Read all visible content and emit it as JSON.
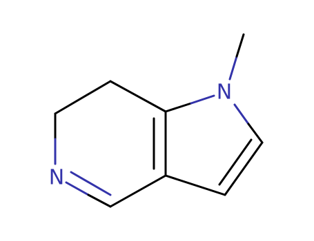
{
  "molecule": {
    "atoms": [
      {
        "id": "n1",
        "label": "N",
        "color": "#3333aa"
      },
      {
        "id": "n2",
        "label": "N",
        "color": "#3333aa"
      }
    ]
  }
}
